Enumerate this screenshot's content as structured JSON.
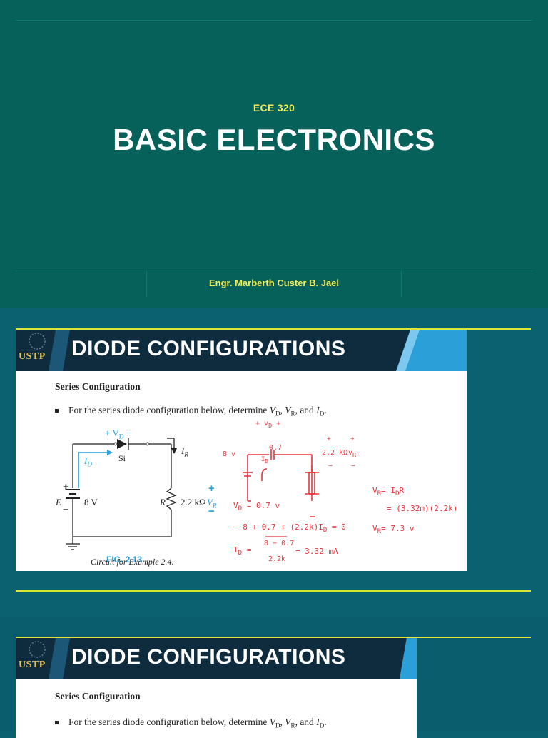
{
  "title_slide": {
    "course_code": "ECE 320",
    "title": "BASIC ELECTRONICS",
    "author": "Engr. Marberth Custer B. Jael"
  },
  "slide1": {
    "logo": "USTP",
    "header": "DIODE CONFIGURATIONS",
    "section": "Series Configuration",
    "bullet_prefix": "For the series diode configuration below, determine ",
    "figure_caption": "FIG. 2.13",
    "figure_subcaption": "Circuit for Example 2.4.",
    "circuit": {
      "vd_label": "+ V",
      "vd_sub": "D",
      "vd_minus": "−",
      "diode_label": "Si",
      "ir_label": "I",
      "ir_sub": "R",
      "id_label": "I",
      "id_sub": "D",
      "source_label": "E",
      "source_value": "8 V",
      "resistor_label": "R",
      "resistor_value": "2.2 kΩ",
      "vr_label": "V",
      "vr_sub": "R"
    },
    "handwritten": {
      "vd_sign": "+ v",
      "vd_sub": "D",
      "vd_plus": "+",
      "drop": "0.7",
      "source": "8 v",
      "current": "I",
      "current_sub": "D",
      "resistor": "2.2 kΩ",
      "vr": "v",
      "vr_sub": "R",
      "plus1": "+",
      "plus2": "+",
      "minus1": "−",
      "minus2": "−",
      "eq1": "V",
      "eq1_rest": " = 0.7 v",
      "eq2": "− 8 + 0.7 + (2.2k)I",
      "eq2_rest": " = 0",
      "eq3": "I",
      "eq3_num": "8 − 0.7",
      "eq3_den": "2.2k",
      "eq3_result": "= 3.32 mA",
      "eq4": "V",
      "eq4_rest": "= I",
      "eq4_end": "R",
      "eq5": "= (3.32m)(2.2k)",
      "eq6": "V",
      "eq6_rest": "= 7.3 v"
    }
  },
  "slide2": {
    "logo": "USTP",
    "header": "DIODE CONFIGURATIONS",
    "section": "Series Configuration",
    "bullet_prefix": "For the series diode configuration below, determine "
  },
  "colors": {
    "title_bg": "#05615a",
    "accent_yellow": "#f3ec5a",
    "header_navy": "#0e2c3e",
    "header_blue": "#2a9fd8",
    "handwriting_red": "#e8353d",
    "figure_blue": "#2a9fd8"
  }
}
